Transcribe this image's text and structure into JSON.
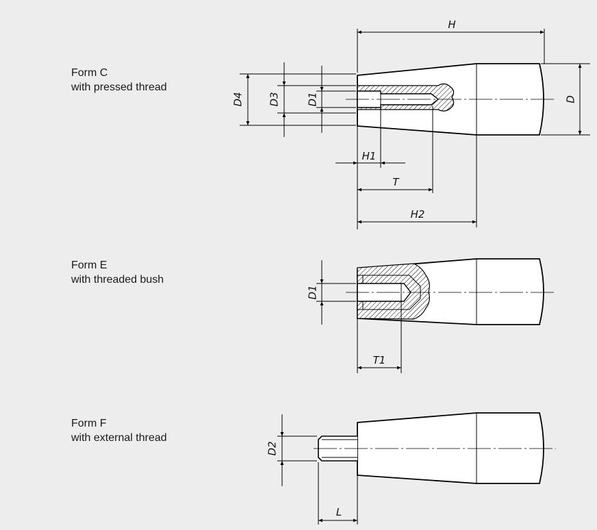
{
  "forms": [
    {
      "name": "Form C",
      "desc": "with pressed thread"
    },
    {
      "name": "Form E",
      "desc": "with threaded bush"
    },
    {
      "name": "Form F",
      "desc": "with external thread"
    }
  ],
  "dims": {
    "H": "H",
    "D": "D",
    "D4": "D4",
    "D3": "D3",
    "D1": "D1",
    "H1": "H1",
    "T": "T",
    "H2": "H2",
    "T1": "T1",
    "D2": "D2",
    "L": "L"
  }
}
